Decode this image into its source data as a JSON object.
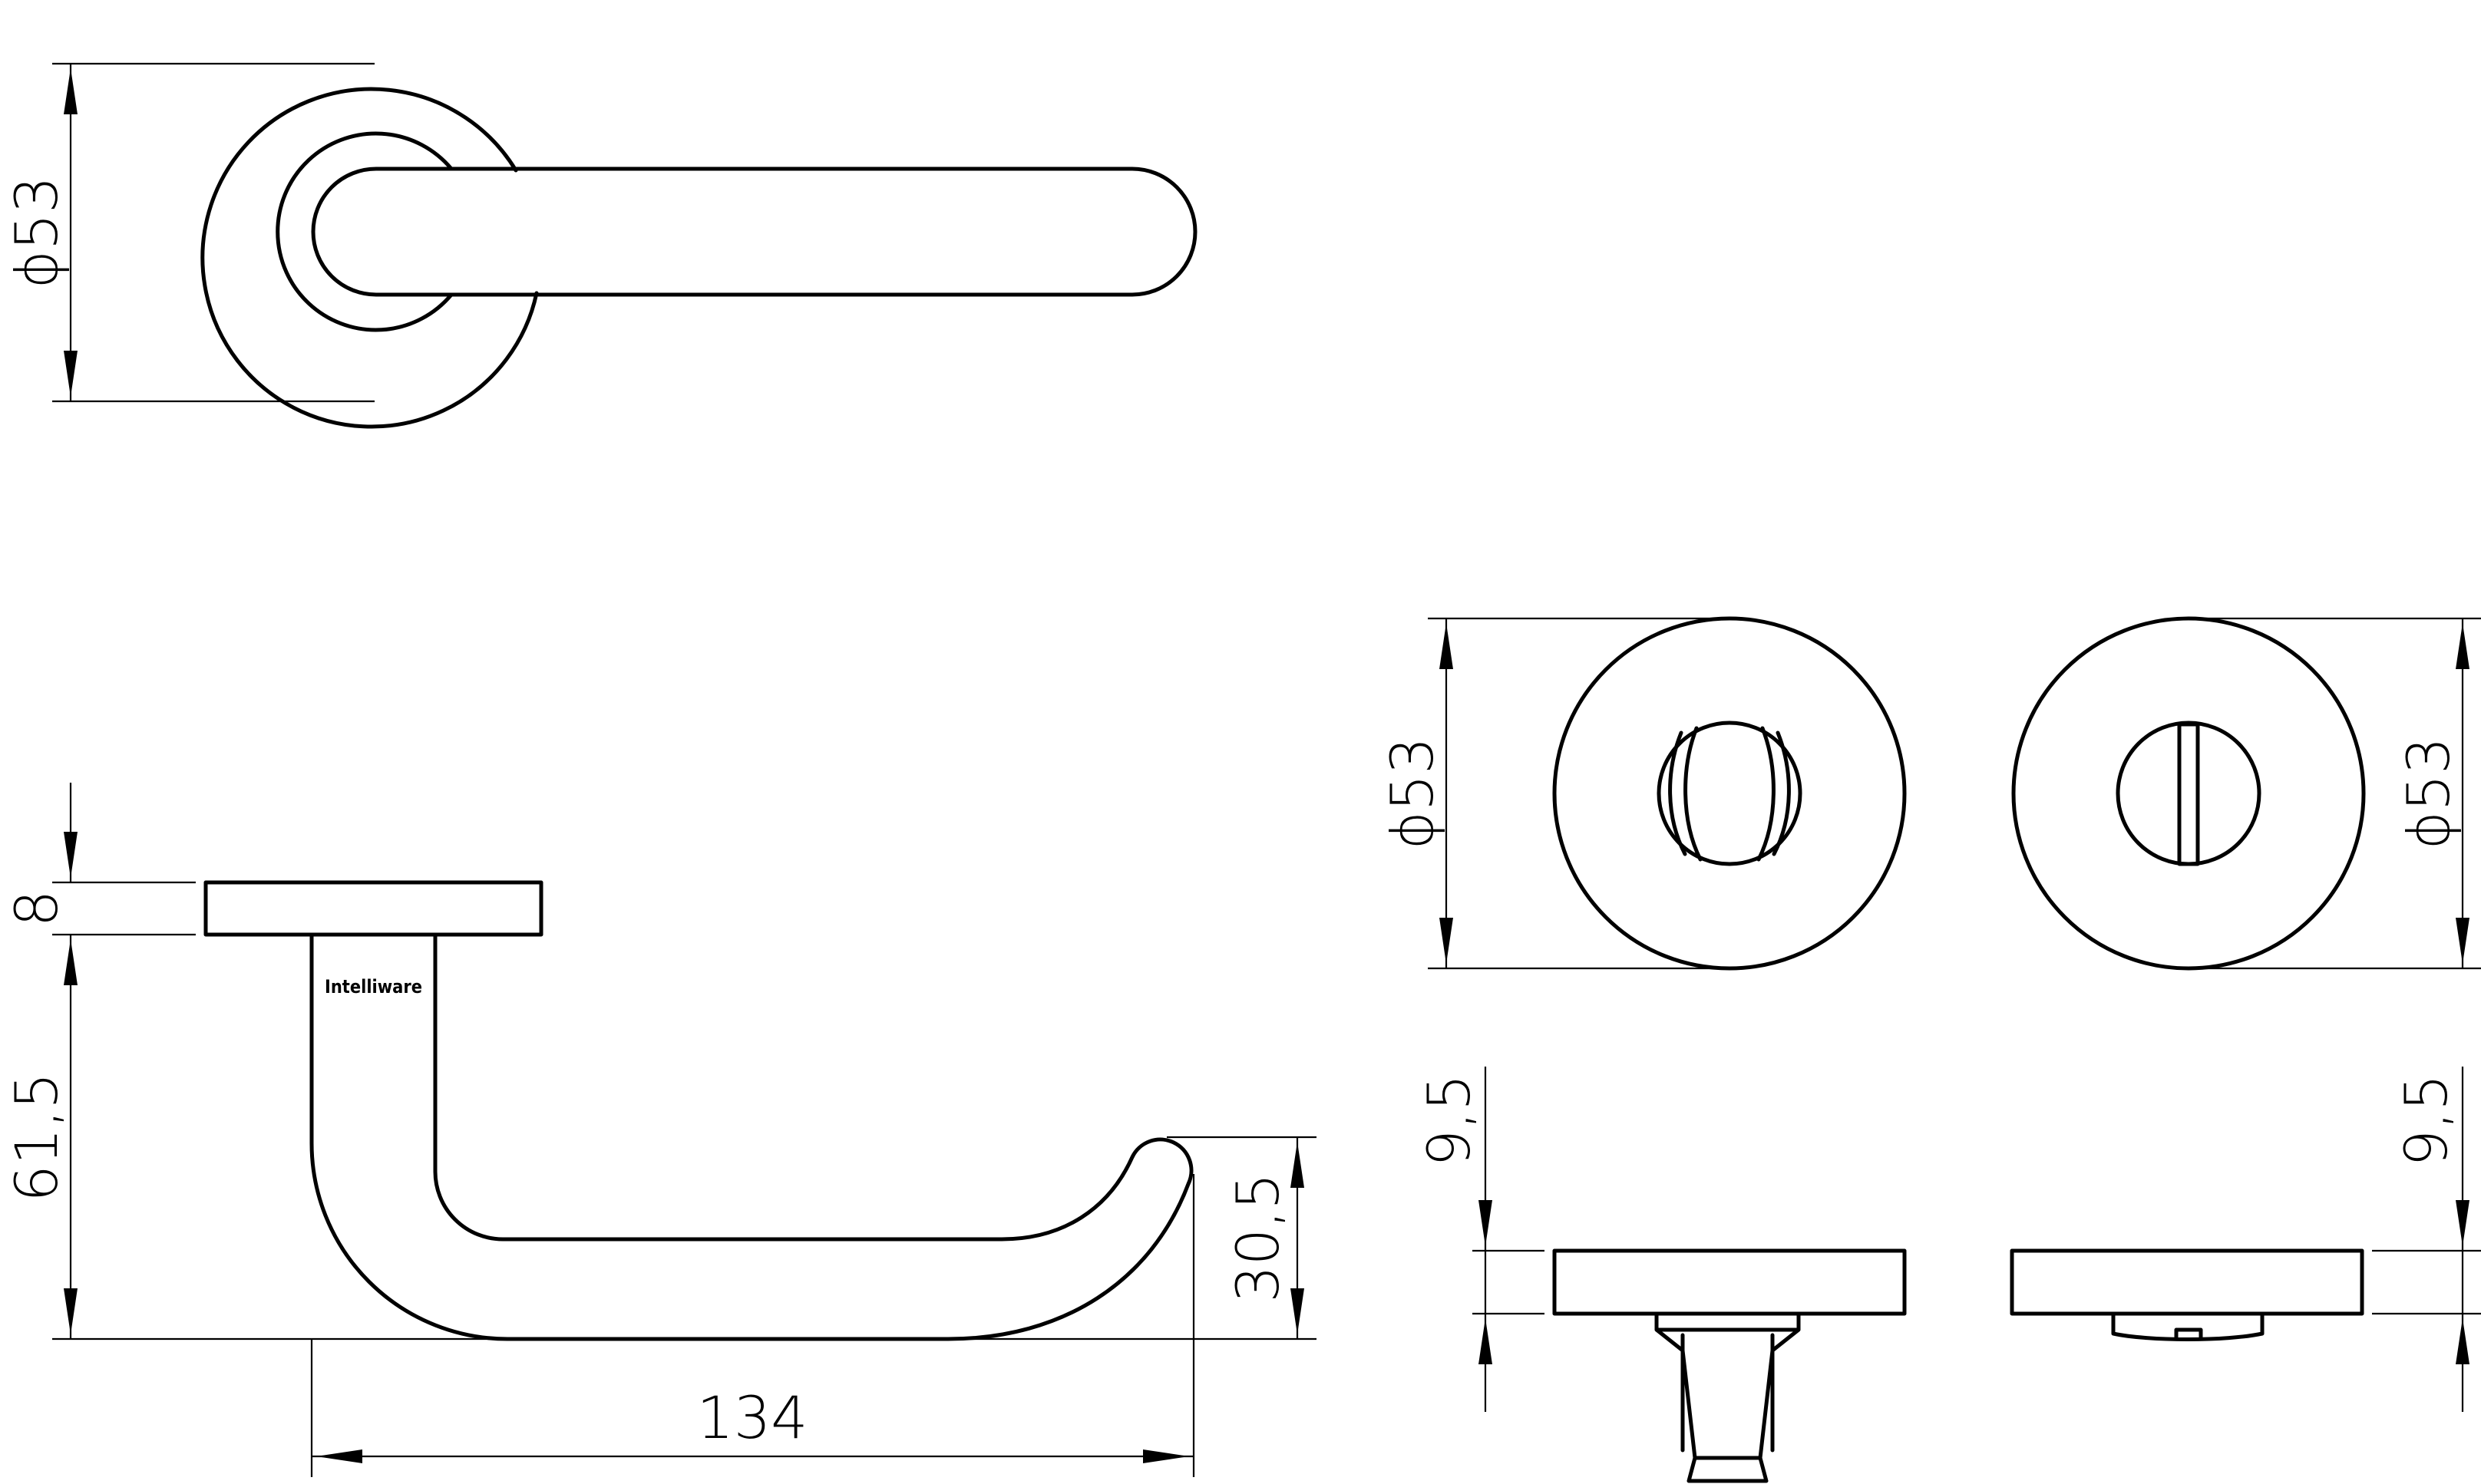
{
  "dimensions": {
    "rose_diameter": "ϕ53",
    "rose_thickness": "8",
    "handle_height": "61,5",
    "handle_length": "134",
    "handle_tip_height": "30,5",
    "thumbturn_rose_diameter": "ϕ53",
    "release_rose_diameter": "ϕ53",
    "thumbturn_height": "9,5",
    "release_height": "9,5"
  },
  "brand_mark": "Intelliware",
  "colors": {
    "line": "#000000",
    "background": "#ffffff"
  }
}
